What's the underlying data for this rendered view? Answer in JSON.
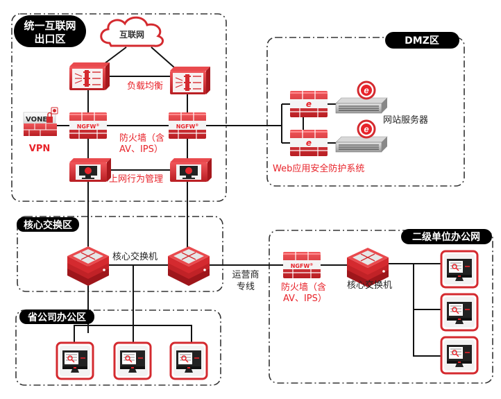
{
  "zones": {
    "internet_exit": {
      "title_line1": "统一互联网",
      "title_line2": "出口区"
    },
    "dmz": {
      "title": "DMZ区"
    },
    "core": {
      "title": "核心交换区"
    },
    "province_office": {
      "title": "省公司办公区"
    },
    "branch_office": {
      "title": "二级单位办公网"
    }
  },
  "labels": {
    "internet": "互联网",
    "load_balancer": "负载均衡",
    "firewall_line1": "防火墙（含",
    "firewall_line2": "AV、IPS）",
    "vpn": "VPN",
    "vpn_brand": "VONE",
    "behavior_mgmt": "上网行为管理",
    "ngfw": "NGFW",
    "web_servers": "网站服务器",
    "waf": "Web应用安全防护系统",
    "core_switch": "核心交换机",
    "carrier_line1": "运营商",
    "carrier_line2": "专线",
    "branch_firewall_line1": "防火墙（含",
    "branch_firewall_line2": "AV、IPS）",
    "branch_core_switch": "核心交换机"
  },
  "colors": {
    "accent_red": "#e8232a",
    "device_red": "#d42a2f",
    "zone_badge": "#000000",
    "link": "#111111"
  }
}
